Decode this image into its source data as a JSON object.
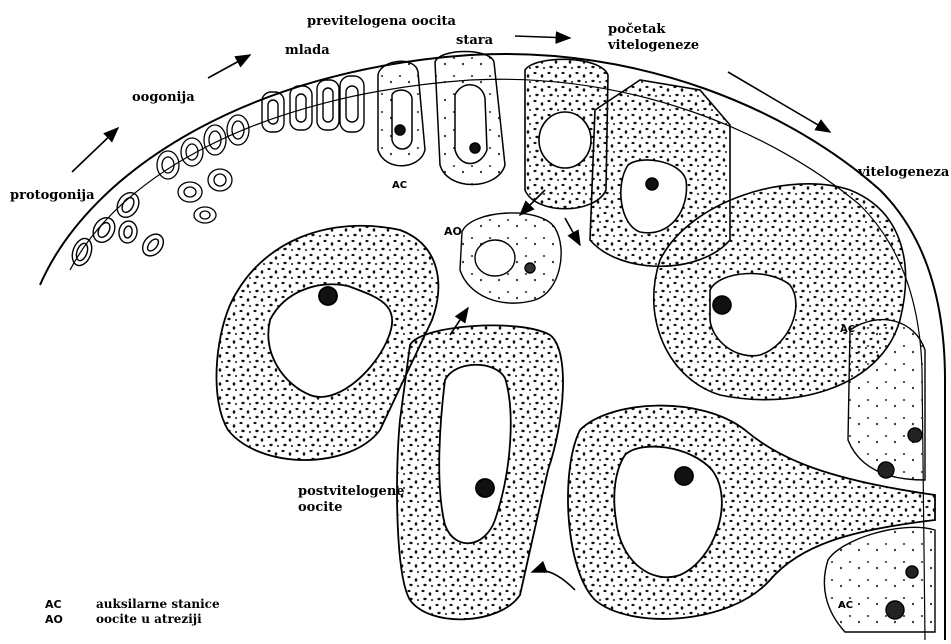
{
  "labels": {
    "protogonija": "protogonija",
    "oogonija": "oogonija",
    "mlada": "mlada",
    "previtelogena": "previtelogena oocita",
    "stara": "stara",
    "pocetak_1": "početak",
    "pocetak_2": "vitelogeneze",
    "vitelogeneza": "vitelogeneza",
    "postvitelogene_1": "postvitelogene",
    "postvitelogene_2": "oocite",
    "ac_inner": "AC",
    "ac_right": "AC",
    "ac_bottom": "AC",
    "ao_inner": "AO"
  },
  "legend": [
    {
      "key": "AC",
      "value": "auksilarne stanice"
    },
    {
      "key": "AO",
      "value": "oocite u atreziji"
    }
  ]
}
